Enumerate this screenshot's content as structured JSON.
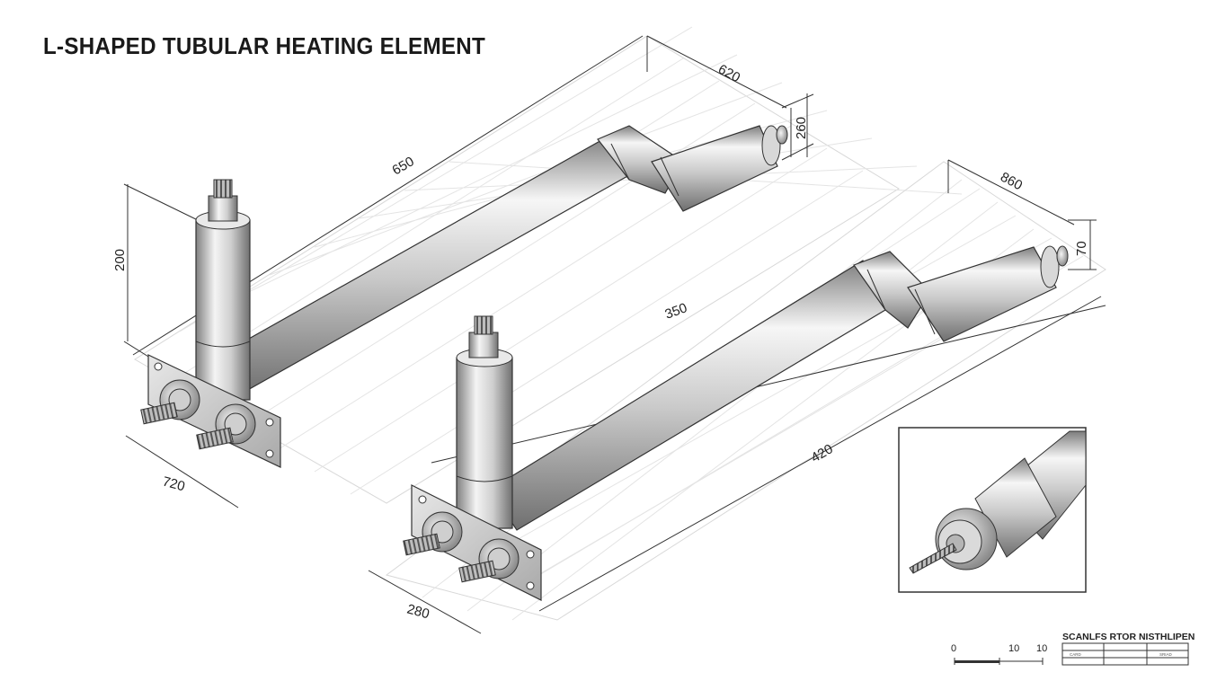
{
  "title": "L-SHAPED TUBULAR HEATING ELEMENT",
  "dimensions": {
    "top_length": "620",
    "rear_run": "650",
    "top_rise": "260",
    "left_height": "200",
    "front_span": "860",
    "end_rise": "70",
    "middle_run": "350",
    "front_run": "420",
    "flange1_width": "720",
    "flange2_width": "280"
  },
  "scale_bar": {
    "caption": "SCANLFS RTOR NISTHLIPEN",
    "tick_0": "0",
    "tick_10a": "10",
    "tick_10b": "10",
    "row1": [
      "CARD",
      "",
      "SRIAD"
    ]
  },
  "colors": {
    "line": "#2a2a2a",
    "grid": "#e6e6e6",
    "metal_light": "#f4f4f4",
    "metal_dark": "#8a8a8a"
  }
}
